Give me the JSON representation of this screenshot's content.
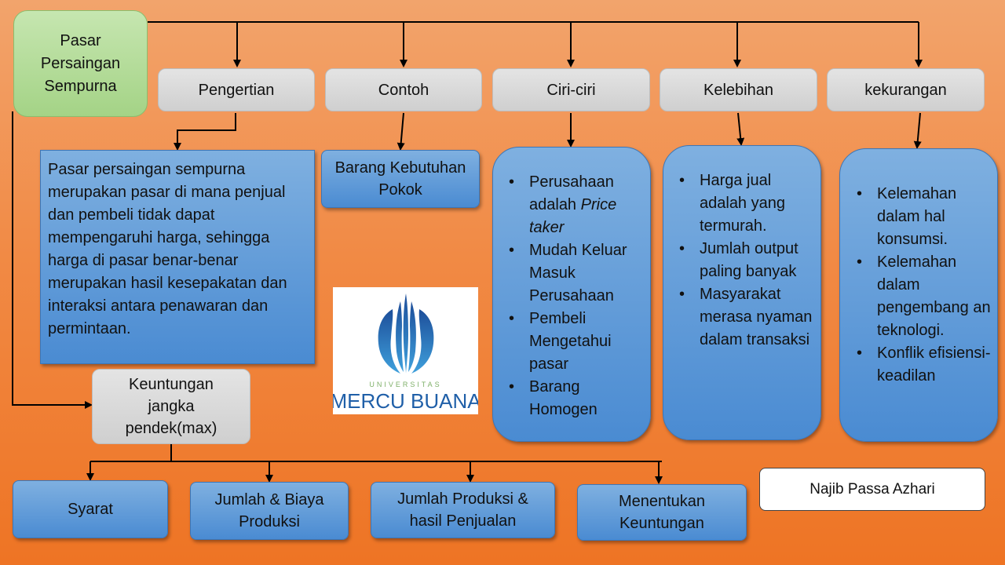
{
  "root": {
    "label": "Pasar Persaingan Sempurna"
  },
  "categories": {
    "pengertian": "Pengertian",
    "contoh": "Contoh",
    "ciri": "Ciri-ciri",
    "kelebihan": "Kelebihan",
    "kekurangan": "kekurangan"
  },
  "pengertian_text": " Pasar persaingan sempurna merupakan pasar di mana penjual dan pembeli tidak dapat mempengaruhi harga, sehingga harga di pasar benar-benar merupakan hasil kesepakatan dan interaksi antara penawaran dan permintaan.",
  "contoh_text": "Barang Kebutuhan Pokok",
  "ciri_items": [
    "Perusahaan adalah Price taker",
    "Mudah Keluar Masuk Perusahaan",
    "Pembeli Mengetahui pasar",
    "Barang Homogen"
  ],
  "ciri_first": {
    "prefix": "Perusahaan adalah ",
    "italic": "Price taker"
  },
  "kelebihan_items": [
    "Harga jual adalah yang termurah.",
    "Jumlah output paling banyak",
    " Masyarakat merasa nyaman dalam transaksi"
  ],
  "kekurangan_items": [
    "Kelemahan dalam hal konsumsi.",
    "Kelemahan dalam pengembang an teknologi.",
    "Konflik efisiensi-keadilan"
  ],
  "keuntungan": "Keuntungan jangka pendek(max)",
  "bottom": {
    "syarat": "Syarat",
    "jumlah_biaya": "Jumlah & Biaya Produksi",
    "jumlah_produksi": "Jumlah Produksi & hasil Penjualan",
    "menentukan": "Menentukan Keuntungan"
  },
  "author": "Najib Passa Azhari",
  "logo": {
    "top_text": "UNIVERSITAS",
    "name": "MERCU BUANA"
  },
  "colors": {
    "background": "#f18a45",
    "blue": "#4a8bd2",
    "green": "#a4d386",
    "gray": "#d6d6d6",
    "logo_blue": "#1f5fa8"
  }
}
